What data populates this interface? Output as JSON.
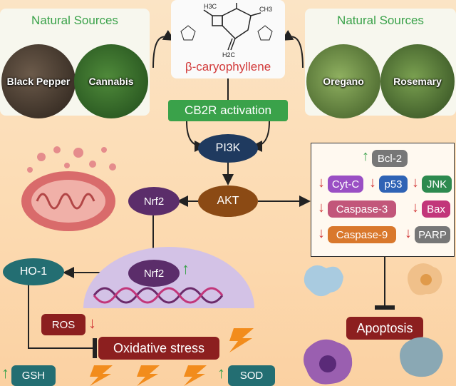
{
  "sources_left": {
    "title": "Natural Sources",
    "items": [
      {
        "label": "Black Pepper"
      },
      {
        "label": "Cannabis"
      }
    ]
  },
  "sources_right": {
    "title": "Natural Sources",
    "items": [
      {
        "label": "Oregano"
      },
      {
        "label": "Rosemary"
      }
    ]
  },
  "compound": {
    "name": "β-caryophyllene"
  },
  "pathway": {
    "cb2r": "CB2R activation",
    "pi3k": "PI3K",
    "akt": "AKT",
    "nrf2_cyto": "Nrf2",
    "nrf2_nuc": "Nrf2",
    "ho1": "HO-1",
    "ros": "ROS",
    "oxidative": "Oxidative stress",
    "gsh": "GSH",
    "sod": "SOD",
    "apoptosis": "Apoptosis"
  },
  "apoptosis_box": {
    "bcl2": "Bcl-2",
    "cytc": "Cyt-C",
    "p53": "p53",
    "jnk": "JNK",
    "caspase3": "Caspase-3",
    "bax": "Bax",
    "caspase9": "Caspase-9",
    "parp": "PARP"
  },
  "colors": {
    "green": "#3aa24a",
    "navy": "#1f3a5f",
    "purple": "#5b2d6a",
    "brown": "#8b4a14",
    "maroon": "#8c1f1f",
    "teal": "#236e72",
    "red_arrow": "#d23a3a"
  }
}
